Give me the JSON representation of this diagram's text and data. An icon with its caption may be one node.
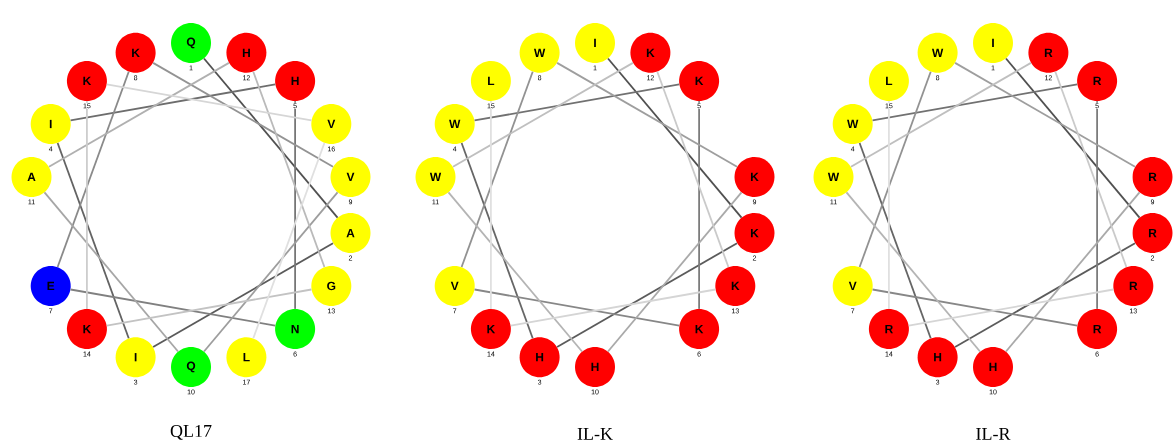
{
  "diagram": {
    "nodes": [
      {
        "text": [
          "Q"
        ],
        "beside": [
          "1"
        ]
      },
      {
        "text": [
          "A"
        ],
        "beside": [
          "2"
        ]
      },
      {
        "text": [
          "I"
        ],
        "beside": [
          "3"
        ]
      },
      {
        "text": [
          "I"
        ],
        "beside": [
          "4"
        ]
      },
      {
        "text": [
          "H"
        ],
        "beside": [
          "5"
        ]
      },
      {
        "text": [
          "N"
        ],
        "beside": [
          "6"
        ]
      },
      {
        "text": [
          "E"
        ],
        "beside": [
          "7"
        ]
      },
      {
        "text": [
          "K"
        ],
        "beside": [
          "8"
        ]
      },
      {
        "text": [
          "V"
        ],
        "beside": [
          "9"
        ]
      },
      {
        "text": [
          "Q"
        ],
        "beside": [
          "10"
        ]
      },
      {
        "text": [
          "A"
        ],
        "beside": [
          "11"
        ]
      },
      {
        "text": [
          "H"
        ],
        "beside": [
          "12"
        ]
      },
      {
        "text": [
          "G"
        ],
        "beside": [
          "13"
        ]
      },
      {
        "text": [
          "K"
        ],
        "beside": [
          "14"
        ]
      },
      {
        "text": [
          "K"
        ],
        "beside": [
          "15"
        ]
      },
      {
        "text": [
          "V"
        ],
        "beside": [
          "16"
        ]
      },
      {
        "text": [
          "L"
        ],
        "beside": [
          "17"
        ]
      },
      {
        "text": [
          "I"
        ],
        "beside": [
          "1"
        ]
      },
      {
        "text": [
          "K"
        ],
        "beside": [
          "2"
        ]
      },
      {
        "text": [
          "H"
        ],
        "beside": [
          "3"
        ]
      },
      {
        "text": [
          "W"
        ],
        "beside": [
          "4"
        ]
      },
      {
        "text": [
          "K"
        ],
        "beside": [
          "5"
        ]
      },
      {
        "text": [
          "K"
        ],
        "beside": [
          "6"
        ]
      },
      {
        "text": [
          "V"
        ],
        "beside": [
          "7"
        ]
      },
      {
        "text": [
          "W"
        ],
        "beside": [
          "8"
        ]
      },
      {
        "text": [
          "K"
        ],
        "beside": [
          "9"
        ]
      },
      {
        "text": [
          "H"
        ],
        "beside": [
          "10"
        ]
      },
      {
        "text": [
          "W"
        ],
        "beside": [
          "11"
        ]
      },
      {
        "text": [
          "K"
        ],
        "beside": [
          "12"
        ]
      },
      {
        "text": [
          "K"
        ],
        "beside": [
          "13"
        ]
      },
      {
        "text": [
          "K"
        ],
        "beside": [
          "14"
        ]
      },
      {
        "text": [
          "L"
        ],
        "beside": [
          "15"
        ]
      },
      {
        "text": [
          "I"
        ],
        "beside": [
          "1"
        ]
      },
      {
        "text": [
          "R"
        ],
        "beside": [
          "2"
        ]
      },
      {
        "text": [
          "H"
        ],
        "beside": [
          "3"
        ]
      },
      {
        "text": [
          "W"
        ],
        "beside": [
          "4"
        ]
      },
      {
        "text": [
          "R"
        ],
        "beside": [
          "5"
        ]
      },
      {
        "text": [
          "R"
        ],
        "beside": [
          "6"
        ]
      },
      {
        "text": [
          "V"
        ],
        "beside": [
          "7"
        ]
      },
      {
        "text": [
          "W"
        ],
        "beside": [
          "8"
        ]
      },
      {
        "text": [
          "R"
        ],
        "beside": [
          "9"
        ]
      },
      {
        "text": [
          "H"
        ],
        "beside": [
          "10"
        ]
      },
      {
        "text": [
          "W"
        ],
        "beside": [
          "11"
        ]
      },
      {
        "text": [
          "R"
        ],
        "beside": [
          "12"
        ]
      },
      {
        "text": [
          "R"
        ],
        "beside": [
          "13"
        ]
      },
      {
        "text": [
          "R"
        ],
        "beside": [
          "14"
        ]
      },
      {
        "text": [
          "L"
        ],
        "beside": [
          "15"
        ]
      }
    ],
    "edges": [
      {
        "from": 0,
        "to": 1,
        "arrow": "none",
        "color": "#505050"
      },
      {
        "from": 1,
        "to": 2,
        "arrow": "none",
        "color": "#5a5a5a"
      },
      {
        "from": 2,
        "to": 3,
        "arrow": "none",
        "color": "#636363"
      },
      {
        "from": 3,
        "to": 4,
        "arrow": "none",
        "color": "#6d6d6d"
      },
      {
        "from": 4,
        "to": 5,
        "arrow": "none",
        "color": "#767676"
      },
      {
        "from": 5,
        "to": 6,
        "arrow": "none",
        "color": "#808080"
      },
      {
        "from": 6,
        "to": 7,
        "arrow": "none",
        "color": "#8a8a8a"
      },
      {
        "from": 7,
        "to": 8,
        "arrow": "none",
        "color": "#939393"
      },
      {
        "from": 8,
        "to": 9,
        "arrow": "none",
        "color": "#9d9d9d"
      },
      {
        "from": 9,
        "to": 10,
        "arrow": "none",
        "color": "#a6a6a6"
      },
      {
        "from": 10,
        "to": 11,
        "arrow": "none",
        "color": "#b0b0b0"
      },
      {
        "from": 11,
        "to": 12,
        "arrow": "none",
        "color": "#bababa"
      },
      {
        "from": 12,
        "to": 13,
        "arrow": "none",
        "color": "#c3c3c3"
      },
      {
        "from": 13,
        "to": 14,
        "arrow": "none",
        "color": "#cdcdcd"
      },
      {
        "from": 14,
        "to": 15,
        "arrow": "none",
        "color": "#d6d6d6"
      },
      {
        "from": 15,
        "to": 16,
        "arrow": "none",
        "color": "#e0e0e0"
      },
      {
        "from": 17,
        "to": 18,
        "arrow": "none",
        "color": "#505050"
      },
      {
        "from": 18,
        "to": 19,
        "arrow": "none",
        "color": "#5b5b5b"
      },
      {
        "from": 19,
        "to": 20,
        "arrow": "none",
        "color": "#666666"
      },
      {
        "from": 20,
        "to": 21,
        "arrow": "none",
        "color": "#717171"
      },
      {
        "from": 21,
        "to": 22,
        "arrow": "none",
        "color": "#7c7c7c"
      },
      {
        "from": 22,
        "to": 23,
        "arrow": "none",
        "color": "#878787"
      },
      {
        "from": 23,
        "to": 24,
        "arrow": "none",
        "color": "#929292"
      },
      {
        "from": 24,
        "to": 25,
        "arrow": "none",
        "color": "#9e9e9e"
      },
      {
        "from": 25,
        "to": 26,
        "arrow": "none",
        "color": "#a9a9a9"
      },
      {
        "from": 26,
        "to": 27,
        "arrow": "none",
        "color": "#b4b4b4"
      },
      {
        "from": 27,
        "to": 28,
        "arrow": "none",
        "color": "#bfbfbf"
      },
      {
        "from": 28,
        "to": 29,
        "arrow": "none",
        "color": "#cacaca"
      },
      {
        "from": 29,
        "to": 30,
        "arrow": "none",
        "color": "#d5d5d5"
      },
      {
        "from": 30,
        "to": 31,
        "arrow": "none",
        "color": "#e0e0e0"
      },
      {
        "from": 32,
        "to": 33,
        "arrow": "none",
        "color": "#505050"
      },
      {
        "from": 33,
        "to": 34,
        "arrow": "none",
        "color": "#5b5b5b"
      },
      {
        "from": 34,
        "to": 35,
        "arrow": "none",
        "color": "#666666"
      },
      {
        "from": 35,
        "to": 36,
        "arrow": "none",
        "color": "#717171"
      },
      {
        "from": 36,
        "to": 37,
        "arrow": "none",
        "color": "#7c7c7c"
      },
      {
        "from": 37,
        "to": 38,
        "arrow": "none",
        "color": "#878787"
      },
      {
        "from": 38,
        "to": 39,
        "arrow": "none",
        "color": "#929292"
      },
      {
        "from": 39,
        "to": 40,
        "arrow": "none",
        "color": "#9e9e9e"
      },
      {
        "from": 40,
        "to": 41,
        "arrow": "none",
        "color": "#a9a9a9"
      },
      {
        "from": 41,
        "to": 42,
        "arrow": "none",
        "color": "#b4b4b4"
      },
      {
        "from": 42,
        "to": 43,
        "arrow": "none",
        "color": "#bfbfbf"
      },
      {
        "from": 43,
        "to": 44,
        "arrow": "none",
        "color": "#cacaca"
      },
      {
        "from": 44,
        "to": 45,
        "arrow": "none",
        "color": "#d5d5d5"
      },
      {
        "from": 45,
        "to": 46,
        "arrow": "none",
        "color": "#e0e0e0"
      }
    ],
    "labels": [
      "QL17",
      "IL-K",
      "IL-R"
    ]
  }
}
